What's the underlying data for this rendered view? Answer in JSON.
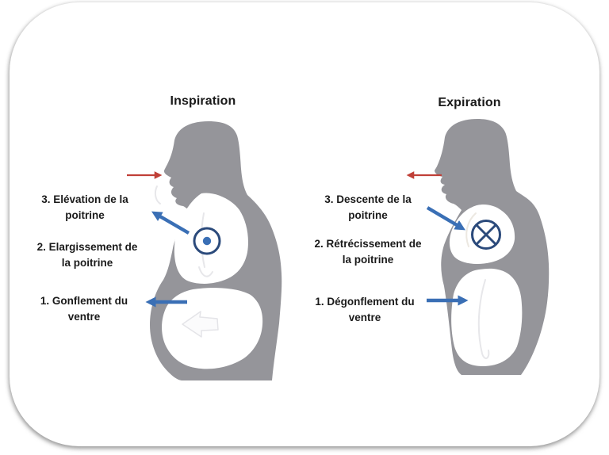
{
  "inspiration": {
    "title": "Inspiration",
    "labels": [
      {
        "line1": "3. Elévation de la",
        "line2": "poitrine"
      },
      {
        "line1": "2. Elargissement de",
        "line2": "la poitrine"
      },
      {
        "line1": "1. Gonflement du",
        "line2": "ventre"
      }
    ]
  },
  "expiration": {
    "title": "Expiration",
    "labels": [
      {
        "line1": "3. Descente de la",
        "line2": "poitrine"
      },
      {
        "line1": "2. Rétrécissement de",
        "line2": "la poitrine"
      },
      {
        "line1": "1. Dégonflement du",
        "line2": "ventre"
      }
    ]
  },
  "icons": {
    "inspiration-air-in-arrow": "→",
    "inspiration-chest-elevation-arrow": "↖",
    "inspiration-chest-widening-symbol": "⊙",
    "inspiration-belly-expansion-arrow": "←",
    "expiration-air-out-arrow": "←",
    "expiration-chest-descent-arrow": "↘",
    "expiration-chest-narrowing-symbol": "⊗",
    "expiration-belly-deflation-arrow": "→"
  },
  "colors": {
    "silhouette": "#95959a",
    "arrow_blue": "#3a6fb5",
    "symbol_navy": "#2b4a7b",
    "arrow_red": "#c04038",
    "text": "#1a1a1a",
    "card_bg": "#ffffff"
  }
}
